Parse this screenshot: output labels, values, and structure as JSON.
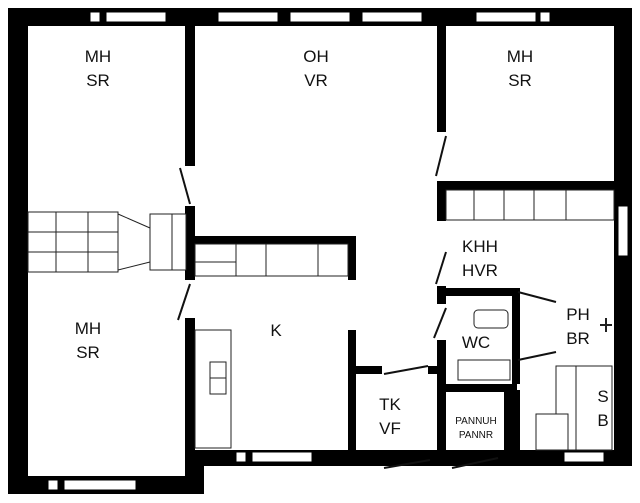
{
  "plan": {
    "colors": {
      "wall": "#000000",
      "background": "#ffffff",
      "fixture_stroke": "#222222",
      "text": "#111111"
    },
    "rooms": [
      {
        "id": "mh1",
        "line1": "MH",
        "line2": "SR"
      },
      {
        "id": "oh",
        "line1": "OH",
        "line2": "VR"
      },
      {
        "id": "mh2",
        "line1": "MH",
        "line2": "SR"
      },
      {
        "id": "khh",
        "line1": "KHH",
        "line2": "HVR"
      },
      {
        "id": "mh3",
        "line1": "MH",
        "line2": "SR"
      },
      {
        "id": "k",
        "line1": "K"
      },
      {
        "id": "ph",
        "line1": "PH",
        "line2": "BR"
      },
      {
        "id": "wc",
        "line1": "WC"
      },
      {
        "id": "tk",
        "line1": "TK",
        "line2": "VF"
      },
      {
        "id": "pannuh",
        "line1": "PANNUH",
        "line2": "PANNR"
      },
      {
        "id": "sb",
        "line1": "S",
        "line2": "B"
      }
    ]
  }
}
